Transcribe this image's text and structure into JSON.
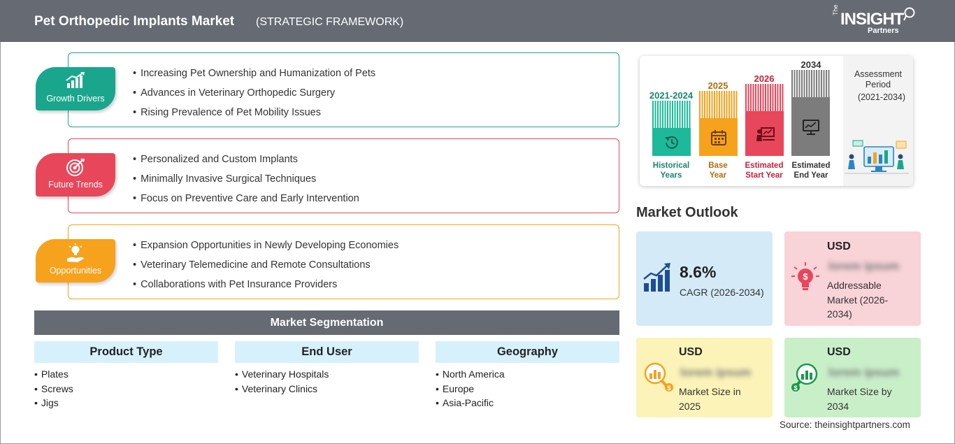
{
  "header": {
    "title": "Pet Orthopedic Implants Market",
    "subtitle": "(STRATEGIC FRAMEWORK)",
    "logo": {
      "the": "The",
      "insight": "INSIGHT",
      "partners": "Partners"
    }
  },
  "categories": [
    {
      "label": "Growth Drivers",
      "color": "#1aa68c",
      "icon": "growth-chart-icon",
      "items": [
        "Increasing Pet Ownership and Humanization of Pets",
        "Advances in Veterinary Orthopedic Surgery",
        "Rising Prevalence of Pet Mobility Issues"
      ]
    },
    {
      "label": "Future Trends",
      "color": "#e8465a",
      "icon": "target-icon",
      "items": [
        "Personalized and Custom Implants",
        "Minimally Invasive Surgical Techniques",
        "Focus on Preventive Care and Early Intervention"
      ]
    },
    {
      "label": "Opportunities",
      "color": "#f6a21d",
      "icon": "lightbulb-hand-icon",
      "items": [
        "Expansion Opportunities in Newly Developing Economies",
        "Veterinary Telemedicine and Remote Consultations",
        "Collaborations with Pet Insurance Providers"
      ]
    }
  ],
  "segmentation": {
    "title": "Market Segmentation",
    "columns": [
      {
        "title": "Product Type",
        "items": [
          "Plates",
          "Screws",
          "Jigs"
        ]
      },
      {
        "title": "End User",
        "items": [
          "Veterinary Hospitals",
          "Veterinary Clinics"
        ]
      },
      {
        "title": "Geography",
        "items": [
          "North America",
          "Europe",
          "Asia-Pacific"
        ]
      }
    ]
  },
  "timeline": {
    "bars": [
      {
        "year": "2021-2024",
        "label_line1": "Historical",
        "label_line2": "Years",
        "color": "#1db99a",
        "year_color": "#17866f",
        "icon": "history-icon"
      },
      {
        "year": "2025",
        "label_line1": "Base",
        "label_line2": "Year",
        "color": "#f6a21d",
        "year_color": "#b06d0a",
        "icon": "calendar-icon"
      },
      {
        "year": "2026",
        "label_line1": "Estimated",
        "label_line2": "Start Year",
        "color": "#e8465a",
        "year_color": "#c8203a",
        "icon": "presentation-icon"
      },
      {
        "year": "2034",
        "label_line1": "Estimated",
        "label_line2": "End Year",
        "color": "#7c7c7c",
        "year_color": "#333333",
        "icon": "monitor-chart-icon"
      }
    ],
    "assessment_title": "Assessment Period",
    "assessment_range": "(2021-2034)"
  },
  "outlook": {
    "title": "Market Outlook",
    "cagr": {
      "value": "8.6%",
      "label": "CAGR (2026-2034)",
      "bg": "#d5eaf7"
    },
    "addressable": {
      "usd": "USD",
      "value": "lorem ipsum",
      "label": "Addressable Market (2026-2034)",
      "bg": "#f8d3d8"
    },
    "size_2025": {
      "usd": "USD",
      "value": "lorem ipsum",
      "label": "Market Size in 2025",
      "bg": "#fbf3b8"
    },
    "size_2034": {
      "usd": "USD",
      "value": "lorem ipsum",
      "label": "Market Size by 2034",
      "bg": "#c9efc9"
    }
  },
  "source": "Source: theinsightpartners.com"
}
